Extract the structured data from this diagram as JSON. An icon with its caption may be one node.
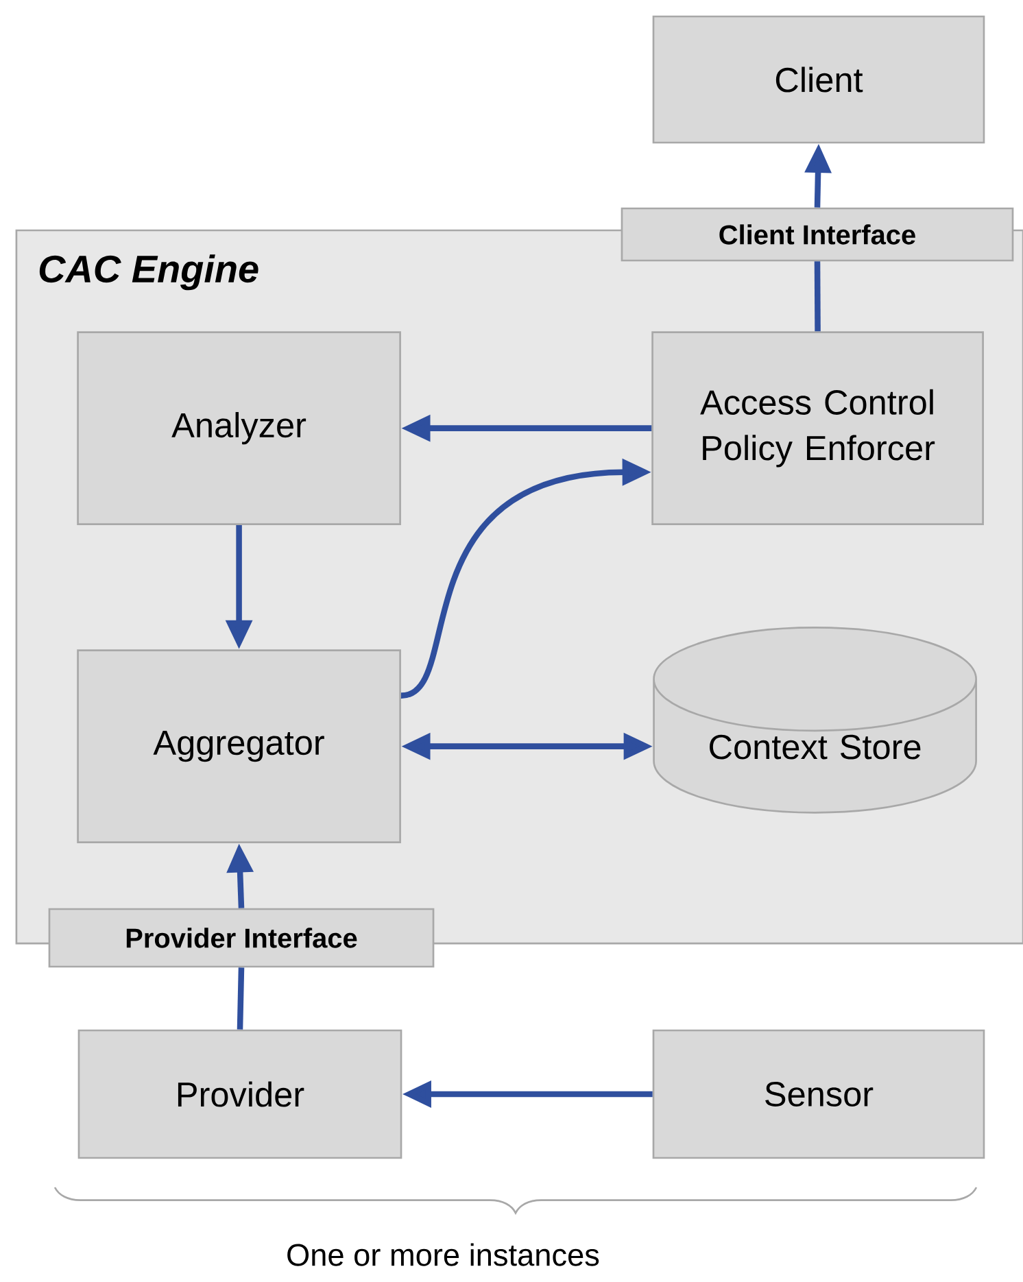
{
  "diagram": {
    "nodes": [
      {
        "text": [
          "CAC Engine"
        ]
      },
      {
        "text": [
          "Client"
        ]
      },
      {
        "text": [
          "Client Interface"
        ]
      },
      {
        "text": [
          "Analyzer"
        ],
        "in": 0
      },
      {
        "text": [
          "Access Control Policy Enforcer"
        ],
        "in": 0
      },
      {
        "text": [
          "Aggregator"
        ],
        "in": 0
      },
      {
        "text": [
          "Context Store"
        ],
        "in": 0
      },
      {
        "text": [
          "Provider Interface"
        ]
      },
      {
        "text": [
          "Provider"
        ]
      },
      {
        "text": [
          "Sensor"
        ]
      }
    ],
    "edges": [
      {
        "from": 4,
        "to": 2,
        "arrow": "none"
      },
      {
        "from": 2,
        "to": 1,
        "arrow": "to"
      },
      {
        "from": 4,
        "to": 3,
        "arrow": "to"
      },
      {
        "from": 3,
        "to": 5,
        "arrow": "to"
      },
      {
        "from": 5,
        "to": 4,
        "arrow": "to"
      },
      {
        "from": 5,
        "to": 6,
        "arrow": "both"
      },
      {
        "from": 7,
        "to": 5,
        "arrow": "to"
      },
      {
        "from": 8,
        "to": 7,
        "arrow": "none"
      },
      {
        "from": 9,
        "to": 8,
        "arrow": "to"
      }
    ],
    "labels": [
      "One or more instances"
    ]
  }
}
